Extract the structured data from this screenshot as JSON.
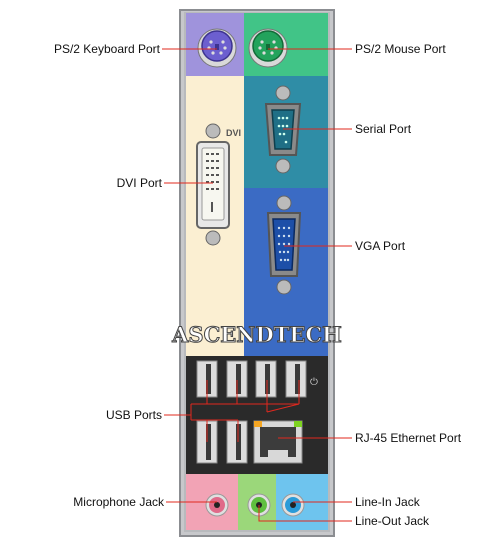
{
  "labels": {
    "ps2_keyboard": "PS/2 Keyboard Port",
    "ps2_mouse": "PS/2 Mouse Port",
    "serial": "Serial Port",
    "dvi": "DVI Port",
    "vga": "VGA Port",
    "usb": "USB Ports",
    "rj45": "RJ-45 Ethernet Port",
    "microphone": "Microphone Jack",
    "line_in": "Line-In Jack",
    "line_out": "Line-Out Jack"
  },
  "panel_text": {
    "dvi_mark": "DVI",
    "watermark": "ASCENDTECH"
  },
  "colors": {
    "keyboard_port": "#9f93dc",
    "mouse_port": "#41c487",
    "serial_port": "#2f8da6",
    "dvi_port": "#fbefd2",
    "vga_port": "#3b6bc4",
    "io_black": "#2a2a2a",
    "mic_jack": "#f2a3b5",
    "line_out_jack": "#9bd77a",
    "line_in_jack": "#6ec4ee",
    "leader_line": "#e0281e"
  }
}
